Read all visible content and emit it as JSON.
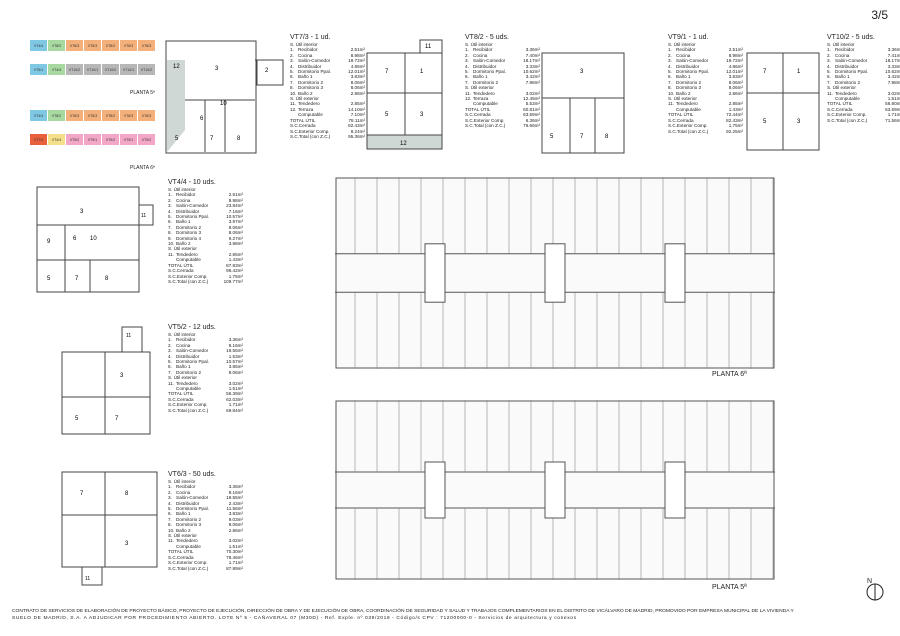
{
  "page_number": "3/5",
  "keyplan": {
    "top_label": "PLANTA 5ª",
    "bottom_label": "PLANTA 6ª",
    "top_row1": [
      "VT4/4",
      "VT8/2",
      "VT6/3",
      "VT6/3",
      "VT8/2",
      "VT6/3",
      "VT6/3"
    ],
    "top_row2": [
      "VT5/1",
      "VT4/4",
      "VT10/2",
      "VT10/1",
      "VT10/2",
      "VT10/1",
      "VT10/2"
    ],
    "bottom_row1": [
      "VT4/4",
      "VT8/2",
      "VT6/3",
      "VT6/3",
      "VT8/2",
      "VT6/3",
      "VT6/3"
    ],
    "bottom_row2": [
      "VT7/3",
      "VT4/4",
      "VT9/2",
      "VT9/1",
      "VT9/2",
      "VT9/1",
      "VT9/2"
    ],
    "colors": {
      "green": "#a7d9a0",
      "orange": "#f3b07a",
      "blue": "#7ec8e3",
      "grey": "#b7b7b7",
      "pink": "#f2a6c8",
      "yellow": "#f5e08a",
      "red": "#e8603c"
    }
  },
  "units": [
    {
      "id": "vt7-3",
      "title": "VT7/3 - 1 ud.",
      "section": "S. Útil interior",
      "rooms": [
        [
          "1.",
          "Recibidor",
          "2.51m²"
        ],
        [
          "2.",
          "Cocina",
          "8.98m²"
        ],
        [
          "3.",
          "Salón-Comedor",
          "19.72m²"
        ],
        [
          "4.",
          "Distribuidor",
          "4.86m²"
        ],
        [
          "5.",
          "Dormitorio Ppal.",
          "12.01m²"
        ],
        [
          "6.",
          "Baño 1",
          "3.83m²"
        ],
        [
          "7.",
          "Dormitorio 2",
          "8.06m²"
        ],
        [
          "8.",
          "Dormitorio 3",
          "8.06m²"
        ],
        [
          "10.",
          "Baño 2",
          "2.86m²"
        ]
      ],
      "ext_section": "S. Útil exterior",
      "ext": [
        [
          "11.",
          "Tendedero",
          "2.85m²"
        ],
        [
          "12.",
          "Terraza",
          "14.10m²"
        ],
        [
          "",
          "Computable",
          "7.10m²"
        ]
      ],
      "totals": [
        [
          "TOTAL ÚTIL",
          "78.11m²"
        ],
        [
          "S.C.Cerrada",
          "82.43m²"
        ],
        [
          "S.C.Exterior Comp.",
          "8.24m²"
        ],
        [
          "S.C.Total (con Z.C.)",
          "95.36m²"
        ]
      ]
    },
    {
      "id": "vt8-2",
      "title": "VT8/2 - 5 uds.",
      "section": "S. Útil interior",
      "rooms": [
        [
          "1.",
          "Recibidor",
          "3.36m²"
        ],
        [
          "2.",
          "Cocina",
          "7.40m²"
        ],
        [
          "3.",
          "Salón-Comedor",
          "18.17m²"
        ],
        [
          "4.",
          "Distribuidor",
          "3.33m²"
        ],
        [
          "5.",
          "Dormitorio Ppal.",
          "10.62m²"
        ],
        [
          "6.",
          "Baño 1",
          "3.42m²"
        ],
        [
          "7.",
          "Dormitorio 2",
          "7.98m²"
        ]
      ],
      "ext_section": "S. Útil exterior",
      "ext": [
        [
          "11.",
          "Tendedero",
          "3.02m²"
        ],
        [
          "12.",
          "Terraza",
          "12.45m²"
        ],
        [
          "",
          "Computable",
          "5.53m²"
        ]
      ],
      "totals": [
        [
          "TOTAL ÚTIL",
          "60.81m²"
        ],
        [
          "S.C.Cerrada",
          "63.59m²"
        ],
        [
          "S.C.Exterior Comp.",
          "6.36m²"
        ],
        [
          "S.C.Total (con Z.C.)",
          "76.66m²"
        ]
      ]
    },
    {
      "id": "vt9-1",
      "title": "VT9/1 - 1 ud.",
      "section": "S. Útil interior",
      "rooms": [
        [
          "1.",
          "Recibidor",
          "2.51m²"
        ],
        [
          "2.",
          "Cocina",
          "8.98m²"
        ],
        [
          "3.",
          "Salón-Comedor",
          "19.72m²"
        ],
        [
          "4.",
          "Distribuidor",
          "4.86m²"
        ],
        [
          "5.",
          "Dormitorio Ppal.",
          "12.01m²"
        ],
        [
          "6.",
          "Baño 1",
          "3.83m²"
        ],
        [
          "7.",
          "Dormitorio 2",
          "8.06m²"
        ],
        [
          "8.",
          "Dormitorio 3",
          "8.06m²"
        ],
        [
          "10.",
          "Baño 2",
          "2.86m²"
        ]
      ],
      "ext_section": "S. Útil exterior",
      "ext": [
        [
          "11.",
          "Tendedero",
          "2.85m²"
        ],
        [
          "",
          "Computable",
          "1.43m²"
        ]
      ],
      "totals": [
        [
          "TOTAL ÚTIL",
          "72.44m²"
        ],
        [
          "S.C.Cerrada",
          "82.43m²"
        ],
        [
          "S.C.Exterior Comp.",
          "1.75m²"
        ],
        [
          "S.C.Total (con Z.C.)",
          "92.25m²"
        ]
      ]
    },
    {
      "id": "vt10-2",
      "title": "VT10/2 - 5 uds.",
      "section": "S. Útil interior",
      "rooms": [
        [
          "1.",
          "Recibidor",
          "3.36m²"
        ],
        [
          "2.",
          "Cocina",
          "7.41m²"
        ],
        [
          "3.",
          "Salón-Comedor",
          "18.17m²"
        ],
        [
          "4.",
          "Distribuidor",
          "3.33m²"
        ],
        [
          "5.",
          "Dormitorio Ppal.",
          "10.62m²"
        ],
        [
          "6.",
          "Baño 1",
          "3.42m²"
        ],
        [
          "7.",
          "Dormitorio 2",
          "7.98m²"
        ]
      ],
      "ext_section": "S. Útil exterior",
      "ext": [
        [
          "11.",
          "Tendedero",
          "3.02m²"
        ],
        [
          "",
          "Computable",
          "1.51m²"
        ]
      ],
      "totals": [
        [
          "TOTAL ÚTIL",
          "56.80m²"
        ],
        [
          "S.C.Cerrada",
          "63.59m²"
        ],
        [
          "S.C.Exterior Comp.",
          "1.71m²"
        ],
        [
          "S.C.Total (con Z.C.)",
          "71.56m²"
        ]
      ]
    },
    {
      "id": "vt4-4",
      "title": "VT4/4 - 10 uds.",
      "section": "S. Útil interior",
      "rooms": [
        [
          "1.",
          "Recibidor",
          "2.51m²"
        ],
        [
          "2.",
          "Cocina",
          "8.98m²"
        ],
        [
          "3.",
          "Salón-Comedor",
          "23.84m²"
        ],
        [
          "4.",
          "Distribuidor",
          "7.16m²"
        ],
        [
          "5.",
          "Dormitorio Ppal.",
          "10.57m²"
        ],
        [
          "6.",
          "Baño 1",
          "3.97m²"
        ],
        [
          "7.",
          "Dormitorio 2",
          "8.06m²"
        ],
        [
          "8.",
          "Dormitorio 3",
          "8.06m²"
        ],
        [
          "9.",
          "Dormitorio 4",
          "9.27m²"
        ],
        [
          "10.",
          "Baño 2",
          "3.98m²"
        ]
      ],
      "ext_section": "S. Útil exterior",
      "ext": [
        [
          "11.",
          "Tendedero",
          "2.85m²"
        ],
        [
          "",
          "Computable",
          "1.43m²"
        ]
      ],
      "totals": [
        [
          "TOTAL ÚTIL",
          "87.83m²"
        ],
        [
          "S.C.Cerrada",
          "96.42m²"
        ],
        [
          "S.C.Exterior Comp.",
          "1.75m²"
        ],
        [
          "S.C.Total (con Z.C.)",
          "109.77m²"
        ]
      ]
    },
    {
      "id": "vt5-2",
      "title": "VT5/2 - 12 uds.",
      "section": "S. Útil interior",
      "rooms": [
        [
          "1.",
          "Recibidor",
          "3.36m²"
        ],
        [
          "2.",
          "Cocina",
          "8.16m²"
        ],
        [
          "3.",
          "Salón-Comedor",
          "19.55m²"
        ],
        [
          "4.",
          "Distribuidor",
          "1.53m²"
        ],
        [
          "5.",
          "Dormitorio Ppal.",
          "10.57m²"
        ],
        [
          "6.",
          "Baño 1",
          "3.85m²"
        ],
        [
          "7.",
          "Dormitorio 2",
          "8.06m²"
        ]
      ],
      "ext_section": "S. Útil exterior",
      "ext": [
        [
          "11.",
          "Tendedero",
          "3.02m²"
        ],
        [
          "",
          "Computable",
          "1.51m²"
        ]
      ],
      "totals": [
        [
          "TOTAL ÚTIL",
          "56.39m²"
        ],
        [
          "S.C.Cerrada",
          "62.03m²"
        ],
        [
          "S.C.Exterior Comp.",
          "1.71m²"
        ],
        [
          "S.C.Total (con Z.C.)",
          "69.84m²"
        ]
      ]
    },
    {
      "id": "vt6-3",
      "title": "VT6/3 - 50 uds.",
      "section": "S. Útil interior",
      "rooms": [
        [
          "1.",
          "Recibidor",
          "3.36m²"
        ],
        [
          "2.",
          "Cocina",
          "8.16m²"
        ],
        [
          "3.",
          "Salón-Comedor",
          "19.55m²"
        ],
        [
          "4.",
          "Distribuidor",
          "2.43m²"
        ],
        [
          "5.",
          "Dormitorio Ppal.",
          "11.56m²"
        ],
        [
          "6.",
          "Baño 1",
          "3.83m²"
        ],
        [
          "7.",
          "Dormitorio 2",
          "9.03m²"
        ],
        [
          "8.",
          "Dormitorio 3",
          "8.06m²"
        ],
        [
          "10.",
          "Baño 2",
          "2.86m²"
        ]
      ],
      "ext_section": "S. Útil exterior",
      "ext": [
        [
          "11.",
          "Tendedero",
          "3.02m²"
        ],
        [
          "",
          "Computable",
          "1.51m²"
        ]
      ],
      "totals": [
        [
          "TOTAL ÚTIL",
          "70.30m²"
        ],
        [
          "S.C.Cerrada",
          "78.46m²"
        ],
        [
          "S.C.Exterior Comp.",
          "1.71m²"
        ],
        [
          "S.C.Total (con Z.C.)",
          "87.89m²"
        ]
      ]
    }
  ],
  "floorplans": {
    "top_label": "PLANTA 6ª",
    "bottom_label": "PLANTA 5ª"
  },
  "north_label": "N",
  "footer": {
    "line1": "CONTRATO DE SERVICIOS DE ELABORACIÓN DE PROYECTO BÁSICO, PROYECTO DE EJECUCIÓN, DIRECCIÓN DE OBRA Y DE EJECUCIÓN DE OBRA, COORDINACIÓN DE SEGURIDAD Y SALUD Y TRABAJOS COMPLEMENTARIOS EN EL DISTRITO DE VICÁLVARO DE MADRID, PROMOVIDO POR EMPRESA MUNICIPAL DE LA VIVIENDA Y",
    "line2": "SUELO DE MADRID, S.A. A ADJUDICAR POR PROCEDIMIENTO ABIERTO. LOTE Nº 5 - CAÑAVERAL 07 (M30D) - Ref. Exple. nº 039/2019 - Código/s CPV : 71200000-0 - Servicios de arquitectura y conexos"
  }
}
